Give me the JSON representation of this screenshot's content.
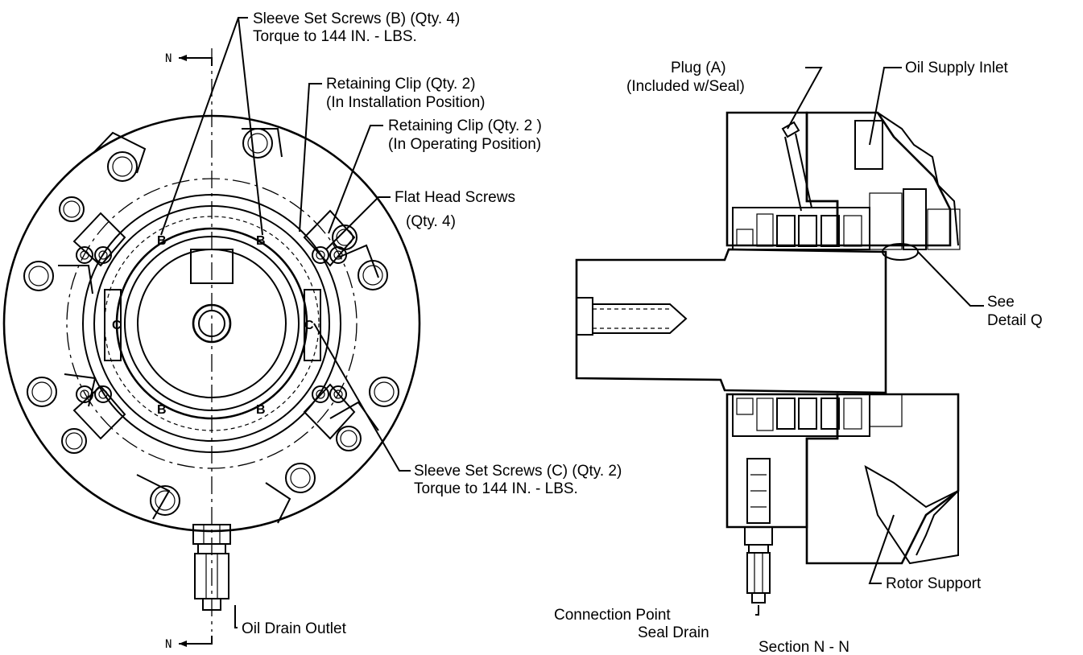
{
  "labels": {
    "sleeve_b_1": "Sleeve Set Screws (B) (Qty. 4)",
    "sleeve_b_2": "Torque to 144 IN. - LBS.",
    "retaining_install_1": "Retaining Clip (Qty. 2)",
    "retaining_install_2": "(In Installation Position)",
    "retaining_operate_1": "Retaining Clip (Qty. 2 )",
    "retaining_operate_2": "(In Operating Position)",
    "flat_head_1": "Flat Head Screws",
    "flat_head_2": "(Qty. 4)",
    "sleeve_c_1": "Sleeve Set Screws (C) (Qty. 2)",
    "sleeve_c_2": "Torque to 144 IN. - LBS.",
    "oil_drain": "Oil Drain Outlet",
    "plug_1": "Plug (A)",
    "plug_2": "(Included w/Seal)",
    "oil_supply": "Oil Supply Inlet",
    "detail_1": "See",
    "detail_2": "Detail Q",
    "connection_1": "Connection Point",
    "connection_2": "Seal Drain",
    "rotor_support": "Rotor Support",
    "section_title": "Section N - N"
  },
  "markers": {
    "b": "B",
    "c": "C",
    "n": "N"
  }
}
